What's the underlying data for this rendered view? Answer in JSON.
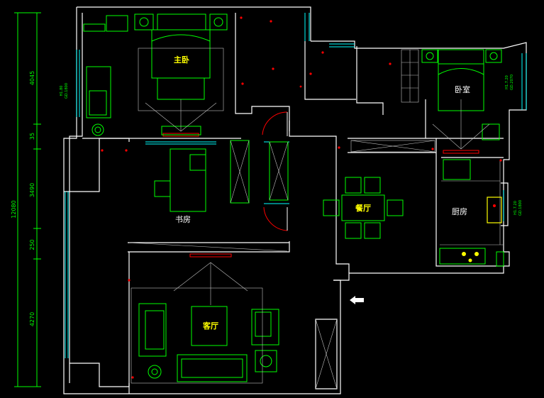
{
  "rooms": {
    "master_bedroom": "主卧",
    "bedroom": "卧室",
    "study": "书房",
    "dining": "餐厅",
    "kitchen": "厨房",
    "living": "客厅"
  },
  "dimensions": {
    "total": "12080",
    "d1": "4045",
    "d2": "35",
    "d3": "3490",
    "d4": "250",
    "d5": "4270"
  },
  "window_tags": {
    "left_a": "H1.80",
    "left_b": "GD.1800",
    "right_a": "H1.7.20",
    "right_b": "GD.2070",
    "kitchen_a": "H1.7.20",
    "kitchen_b": "GD.1800"
  },
  "colors": {
    "wall": "#ffffff",
    "furniture": "#00ff00",
    "dimension": "#00ff00",
    "window": "#00ffff",
    "door_arc": "#ff0000",
    "label": "#ffff00"
  },
  "icons": {
    "entrance": "entrance-arrow-icon"
  }
}
